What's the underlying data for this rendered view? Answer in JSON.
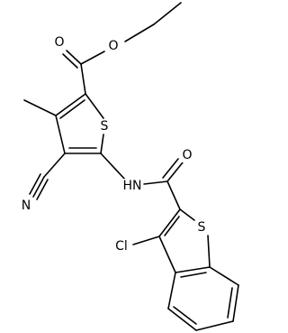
{
  "molecule": {
    "atoms": {
      "o_ether": "O",
      "o_carbonyl_ester": "O",
      "s_thiophene": "S",
      "n_nitrile": "N",
      "nh_amide": "HN",
      "o_carbonyl_amide": "O",
      "s_benzothiophene": "S",
      "cl": "Cl"
    }
  },
  "colors": {
    "bond": "#000000",
    "label": "#000000",
    "background": "#ffffff"
  }
}
